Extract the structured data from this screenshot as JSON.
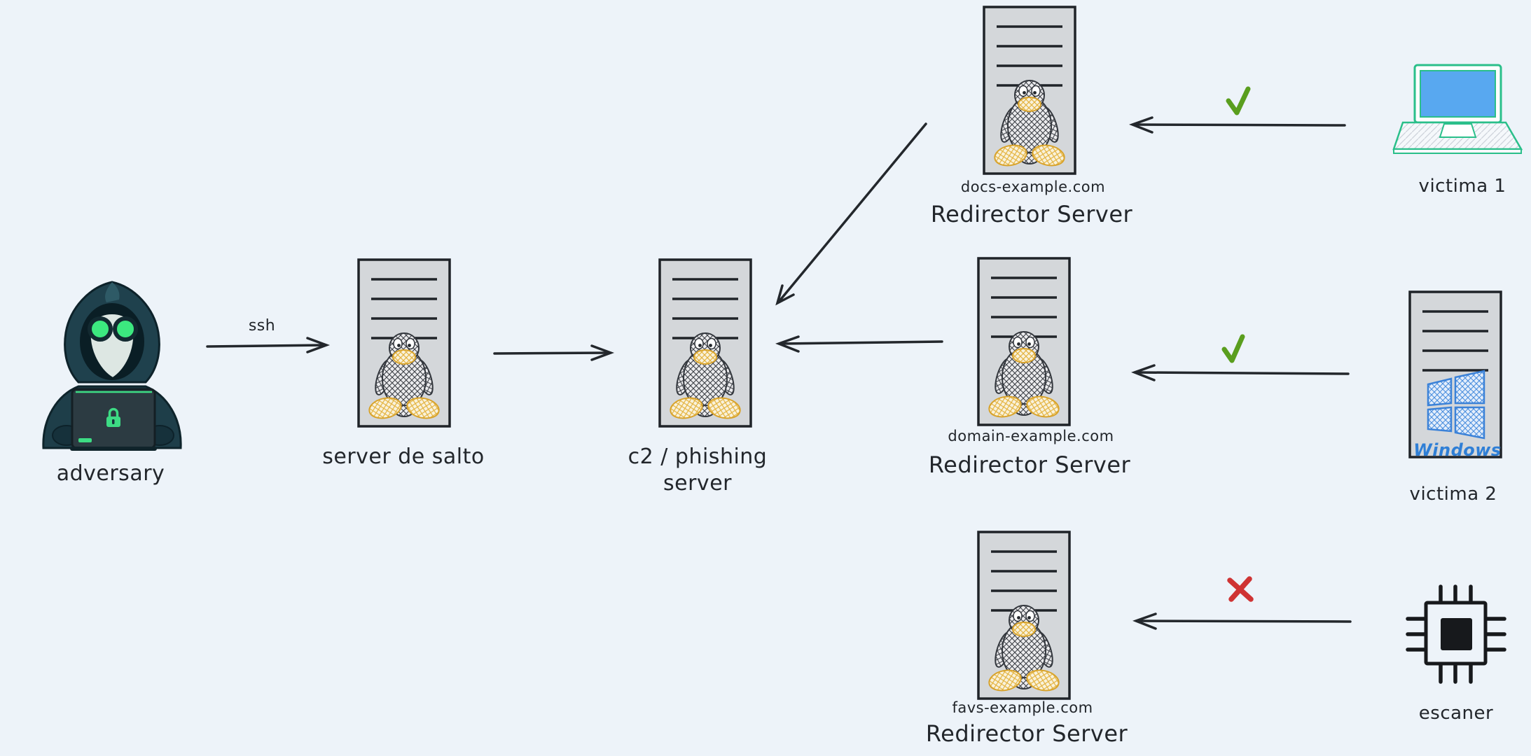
{
  "diagram": {
    "background": "#edf3f9",
    "nodes": {
      "adversary": {
        "label": "adversary",
        "icon": "hooded-hacker-illustration"
      },
      "jump_server": {
        "label": "server de salto",
        "icon": "linux-server-icon"
      },
      "c2_server": {
        "label": "c2 / phishing server",
        "icon": "linux-server-icon"
      },
      "redirector_top": {
        "domain": "docs-example.com",
        "label": "Redirector Server",
        "icon": "linux-server-icon"
      },
      "redirector_middle": {
        "domain": "domain-example.com",
        "label": "Redirector Server",
        "icon": "linux-server-icon"
      },
      "redirector_bottom": {
        "domain": "favs-example.com",
        "label": "Redirector Server",
        "icon": "linux-server-icon"
      },
      "victim1": {
        "label": "victima 1",
        "icon": "laptop-icon"
      },
      "victim2": {
        "label": "victima 2",
        "os_label": "Windows",
        "icon": "windows-server-icon"
      },
      "scanner": {
        "label": "escaner",
        "icon": "chip-icon"
      }
    },
    "edges": [
      {
        "from": "adversary",
        "to": "jump_server",
        "label": "ssh"
      },
      {
        "from": "jump_server",
        "to": "c2_server"
      },
      {
        "from": "redirector_top",
        "to": "c2_server"
      },
      {
        "from": "redirector_middle",
        "to": "c2_server"
      },
      {
        "from": "victim1",
        "to": "redirector_top",
        "status": "allowed",
        "status_icon": "green-checkmark"
      },
      {
        "from": "victim2",
        "to": "redirector_middle",
        "status": "allowed",
        "status_icon": "green-checkmark"
      },
      {
        "from": "scanner",
        "to": "redirector_bottom",
        "status": "blocked",
        "status_icon": "red-x"
      }
    ],
    "colors": {
      "stroke": "#23272c",
      "server_fill": "#d4d7da",
      "check_green": "#5a9e1e",
      "cross_red": "#cf3333",
      "windows_blue": "#2f7fd6",
      "laptop_teal": "#2abf8a",
      "screen_blue": "#58a8f0",
      "hacker_hood": "#1f414d",
      "hacker_goggles": "#3ce87f"
    }
  }
}
